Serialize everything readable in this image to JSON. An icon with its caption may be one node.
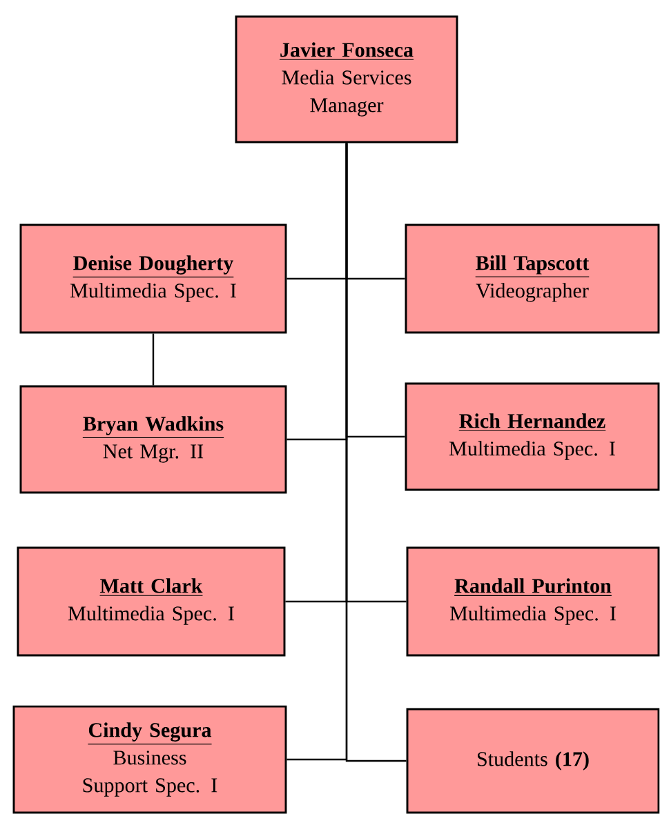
{
  "diagram": {
    "nodes": [
      {
        "text": [
          "Javier Fonseca",
          "Media Services Manager"
        ]
      },
      {
        "text": [
          "Denise Dougherty",
          "Multimedia Spec. I"
        ]
      },
      {
        "text": [
          "Bill Tapscott",
          "Videographer"
        ]
      },
      {
        "text": [
          "Bryan Wadkins",
          "Net Mgr. II"
        ]
      },
      {
        "text": [
          "Rich Hernandez",
          "Multimedia Spec. I"
        ]
      },
      {
        "text": [
          "Matt Clark",
          "Multimedia Spec. I"
        ]
      },
      {
        "text": [
          "Randall Purinton",
          "Multimedia Spec. I"
        ]
      },
      {
        "text": [
          "Cindy Segura",
          "Business Support Spec. I"
        ]
      },
      {
        "text": [
          "Students **(17)**"
        ]
      }
    ],
    "edges": [
      {
        "from": 0,
        "to": 1,
        "arrow": "none"
      },
      {
        "from": 0,
        "to": 2,
        "arrow": "none"
      },
      {
        "from": 1,
        "to": 3,
        "arrow": "none"
      },
      {
        "from": 0,
        "to": 3,
        "arrow": "none"
      },
      {
        "from": 0,
        "to": 4,
        "arrow": "none"
      },
      {
        "from": 0,
        "to": 5,
        "arrow": "none"
      },
      {
        "from": 0,
        "to": 6,
        "arrow": "none"
      },
      {
        "from": 0,
        "to": 7,
        "arrow": "none"
      },
      {
        "from": 0,
        "to": 8,
        "arrow": "none"
      }
    ]
  }
}
